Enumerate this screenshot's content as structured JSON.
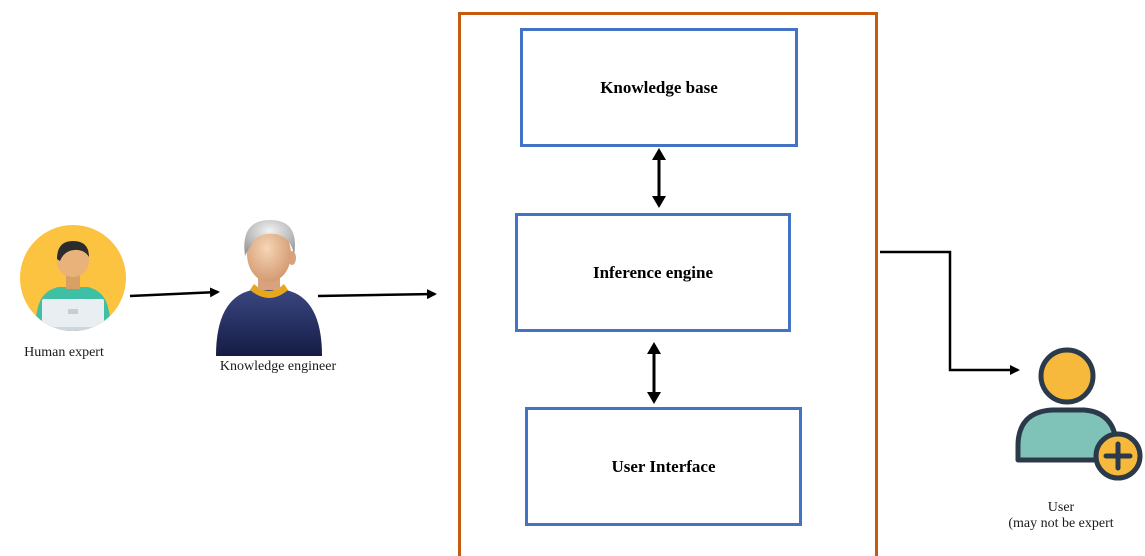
{
  "diagram": {
    "components": {
      "knowledge_base": "Knowledge base",
      "inference_engine": "Inference engine",
      "user_interface": "User Interface"
    },
    "actors": {
      "human_expert": "Human expert",
      "knowledge_engineer": "Knowledge engineer",
      "user_line1": "User",
      "user_line2": "(may not be expert"
    },
    "colors": {
      "system_border": "#c55a11",
      "component_border": "#4472c4",
      "human_expert_circle": "#fbc33f",
      "human_expert_shirt": "#3fbfa3",
      "engineer_sweater": "#1f2a5a",
      "user_head": "#f6b93b",
      "user_body": "#7fc3b8",
      "user_badge": "#f6b93b",
      "arrows": "#000000"
    },
    "icons": {
      "human_expert": "person-laptop-icon",
      "knowledge_engineer": "engineer-avatar-icon",
      "user": "user-add-icon"
    }
  }
}
